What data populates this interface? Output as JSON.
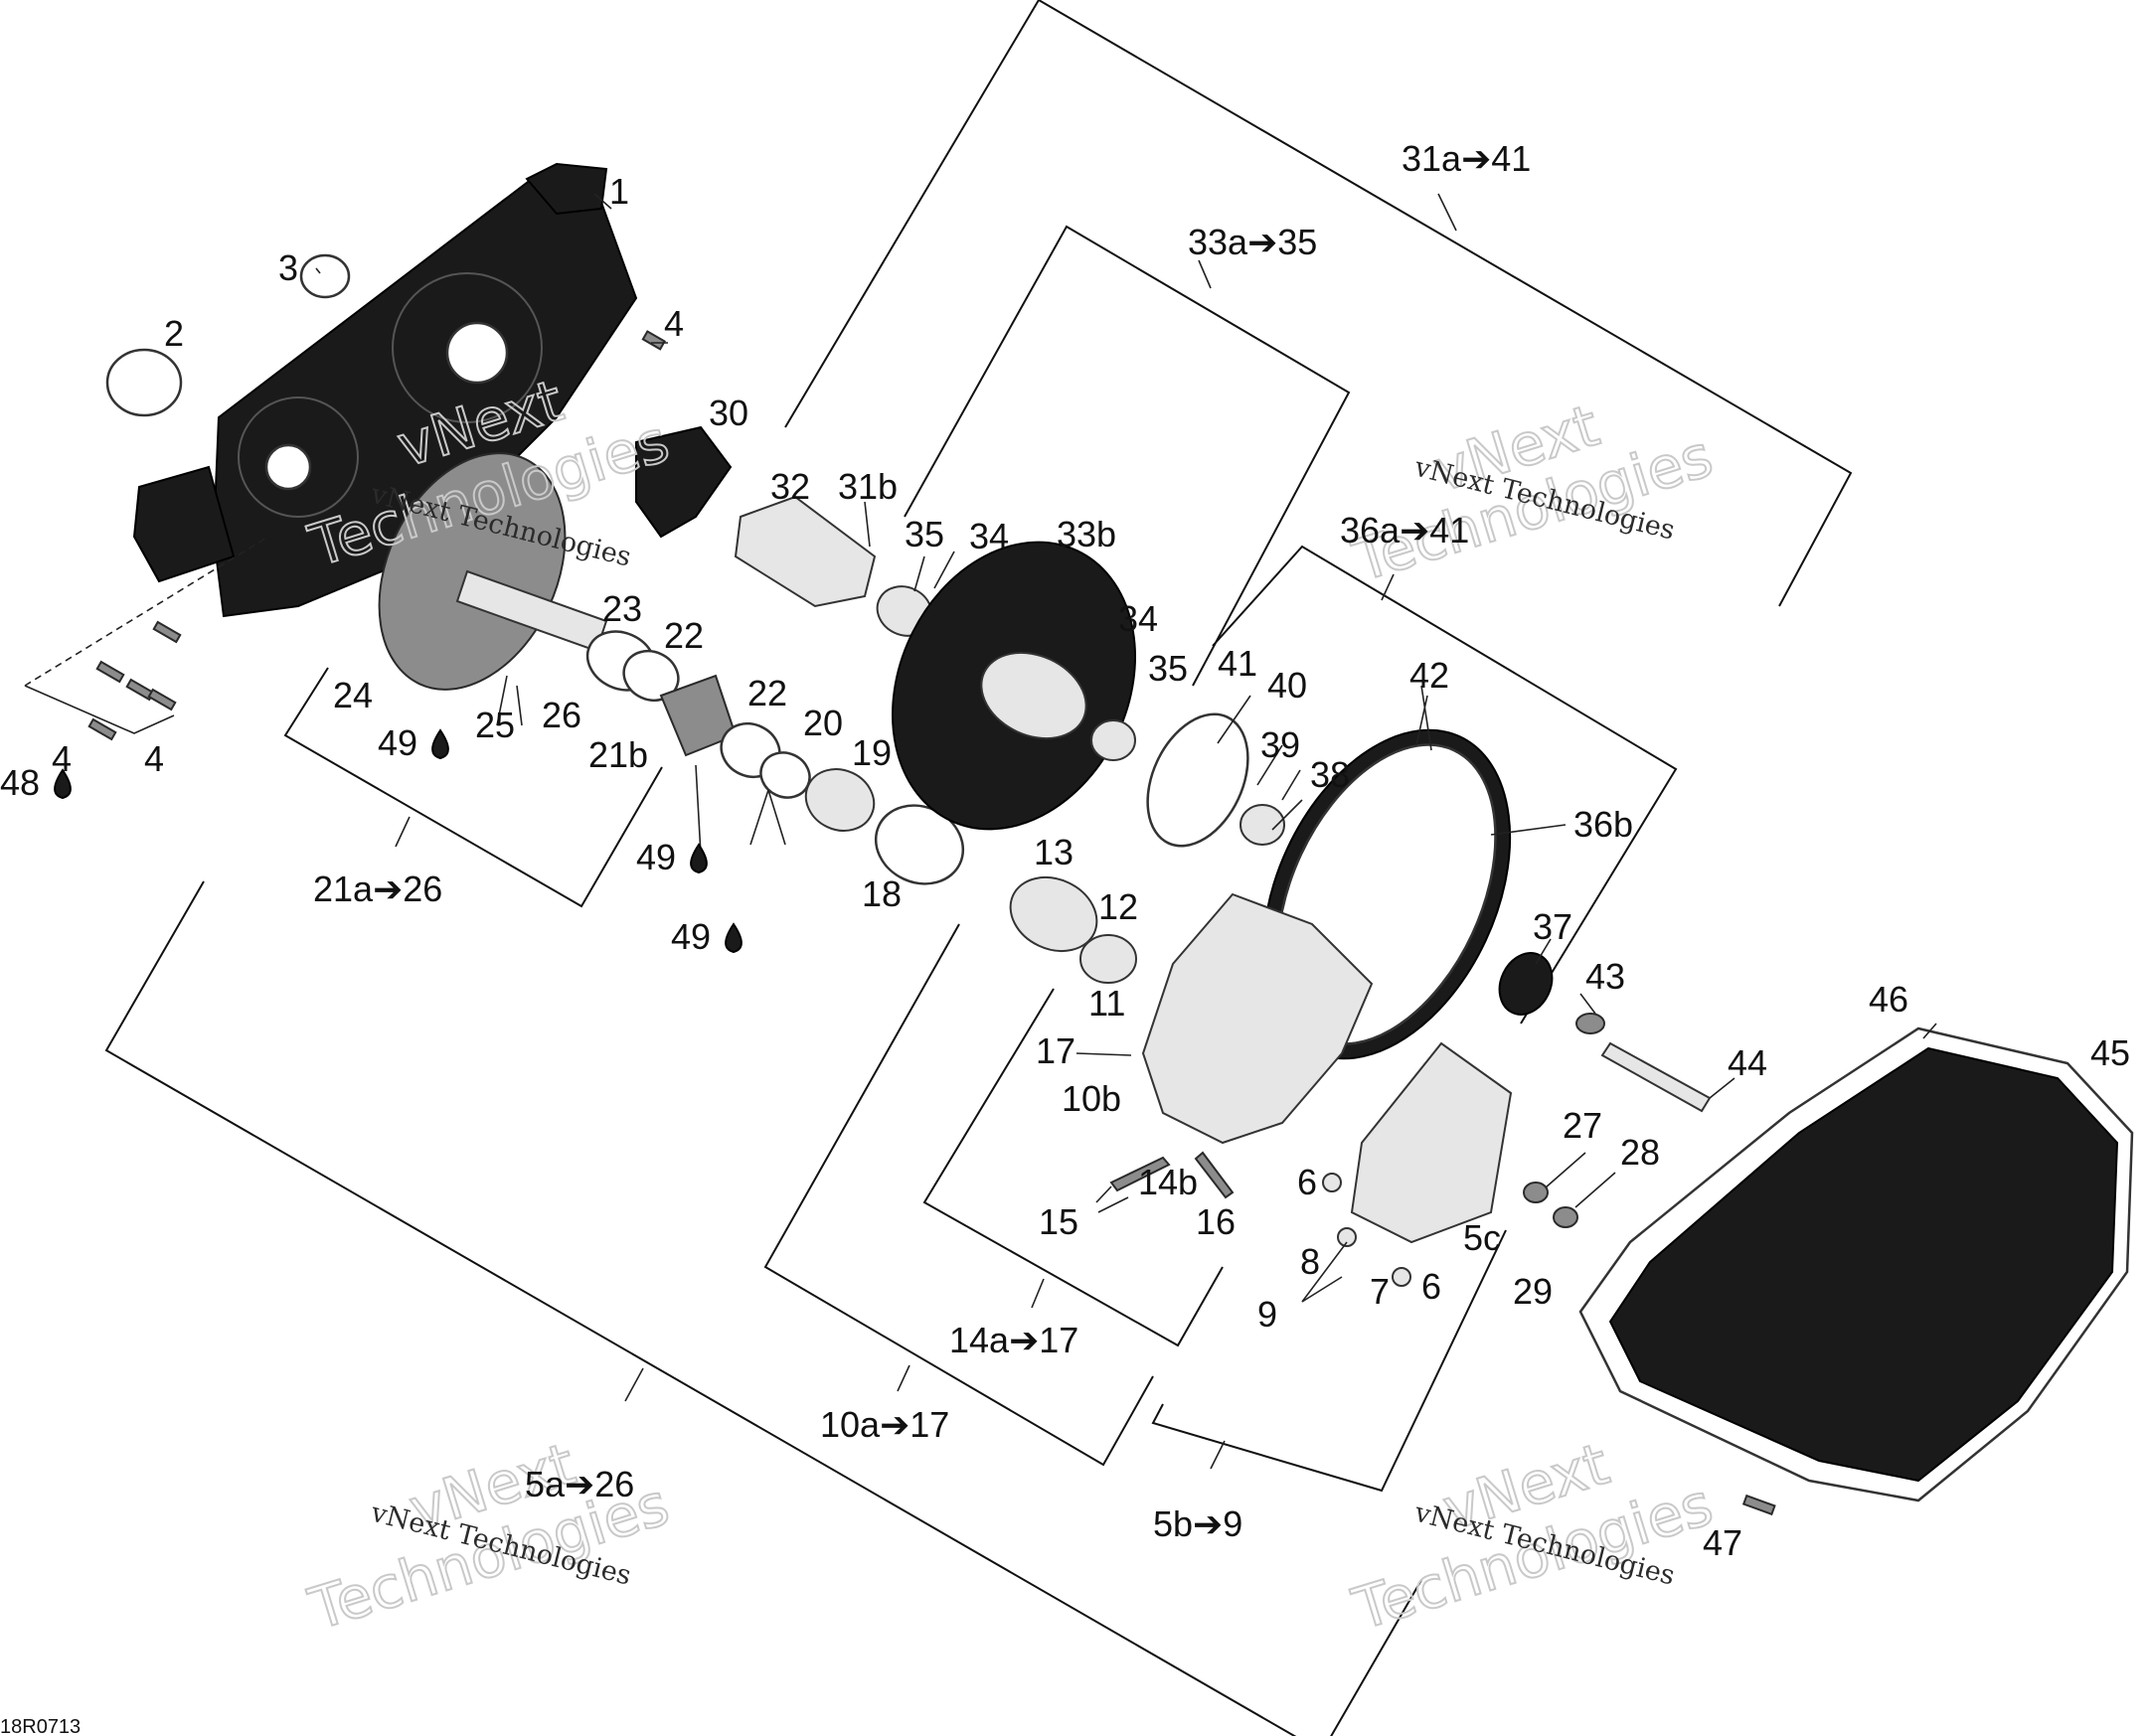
{
  "diagram": {
    "code": "18R0713",
    "watermark": {
      "brand": "vNext",
      "word": "Technologies",
      "full": "vNext Technologies"
    },
    "lubricant_symbol": "drop-icon",
    "part_labels": [
      "1",
      "2",
      "3",
      "4",
      "4",
      "4",
      "30",
      "32",
      "31b",
      "35",
      "34",
      "33b",
      "23",
      "22",
      "24",
      "25",
      "26",
      "49",
      "48",
      "22",
      "21b",
      "20",
      "19",
      "49",
      "18",
      "49",
      "34",
      "35",
      "41",
      "40",
      "39",
      "38",
      "42",
      "36b",
      "13",
      "12",
      "11",
      "17",
      "10b",
      "37",
      "43",
      "44",
      "46",
      "45",
      "15",
      "14b",
      "16",
      "6",
      "27",
      "28",
      "5c",
      "8",
      "29",
      "9",
      "7",
      "6",
      "47"
    ],
    "group_labels": [
      "31a➔41",
      "33a➔35",
      "36a➔41",
      "21a➔26",
      "14a➔17",
      "10a➔17",
      "5a➔26",
      "5b➔9"
    ]
  }
}
